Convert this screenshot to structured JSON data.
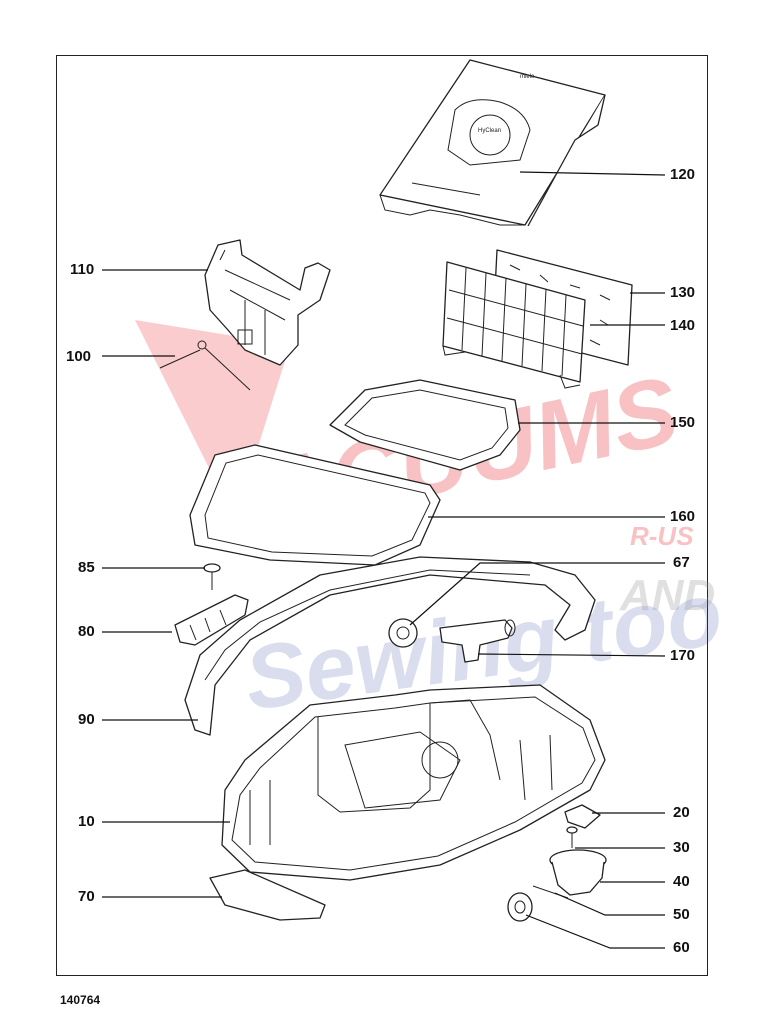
{
  "watermark": {
    "brand_main": "VACUUMS",
    "brand_small_top": "R-US",
    "brand_and": "AND",
    "brand_script": "Sewing too",
    "colors": {
      "red": "#e8343a",
      "blue": "#3a4fa8"
    }
  },
  "callouts": [
    {
      "id": "120",
      "label": "120"
    },
    {
      "id": "110",
      "label": "110"
    },
    {
      "id": "130",
      "label": "130"
    },
    {
      "id": "140",
      "label": "140"
    },
    {
      "id": "100",
      "label": "100"
    },
    {
      "id": "150",
      "label": "150"
    },
    {
      "id": "160",
      "label": "160"
    },
    {
      "id": "85",
      "label": "85"
    },
    {
      "id": "67",
      "label": "67"
    },
    {
      "id": "80",
      "label": "80"
    },
    {
      "id": "170",
      "label": "170"
    },
    {
      "id": "90",
      "label": "90"
    },
    {
      "id": "20",
      "label": "20"
    },
    {
      "id": "10",
      "label": "10"
    },
    {
      "id": "30",
      "label": "30"
    },
    {
      "id": "40",
      "label": "40"
    },
    {
      "id": "50",
      "label": "50"
    },
    {
      "id": "70",
      "label": "70"
    },
    {
      "id": "60",
      "label": "60"
    }
  ],
  "document_number": "140764",
  "bag_print": {
    "brand": "miele",
    "model": "HyClean"
  }
}
